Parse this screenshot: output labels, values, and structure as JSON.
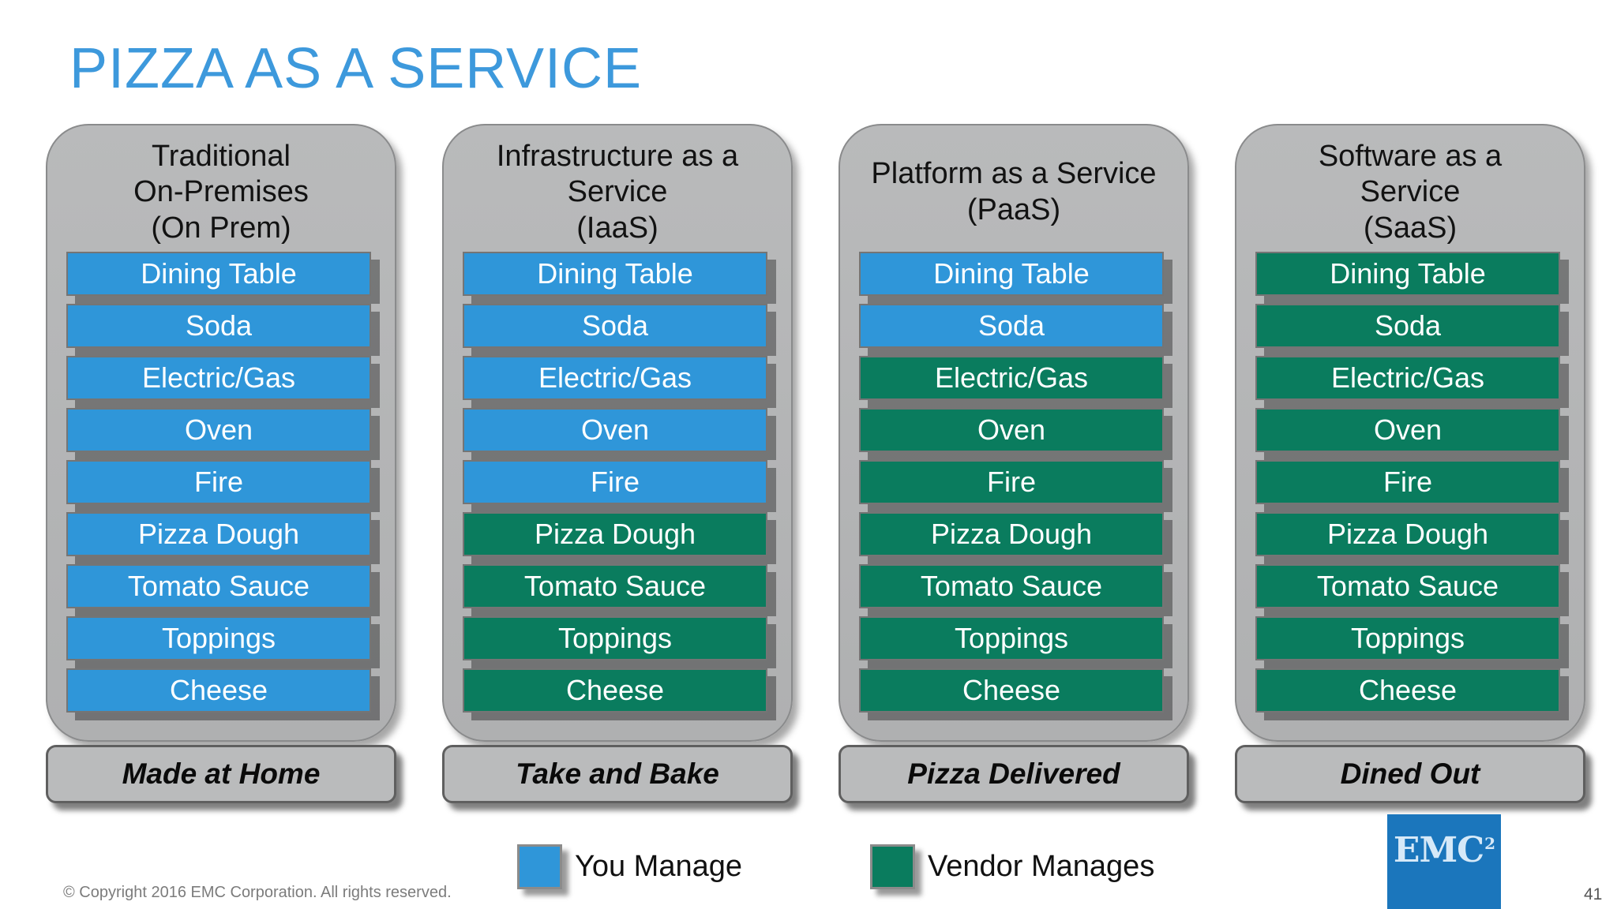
{
  "slide": {
    "title": "PIZZA AS A SERVICE"
  },
  "columns": [
    {
      "header_lines": [
        "Traditional",
        "On-Premises",
        "(On Prem)"
      ],
      "footer_label": "Made at Home",
      "items": [
        {
          "label": "Dining Table",
          "managed_by": "you"
        },
        {
          "label": "Soda",
          "managed_by": "you"
        },
        {
          "label": "Electric/Gas",
          "managed_by": "you"
        },
        {
          "label": "Oven",
          "managed_by": "you"
        },
        {
          "label": "Fire",
          "managed_by": "you"
        },
        {
          "label": "Pizza Dough",
          "managed_by": "you"
        },
        {
          "label": "Tomato Sauce",
          "managed_by": "you"
        },
        {
          "label": "Toppings",
          "managed_by": "you"
        },
        {
          "label": "Cheese",
          "managed_by": "you"
        }
      ]
    },
    {
      "header_lines": [
        "Infrastructure as a",
        "Service",
        "(IaaS)"
      ],
      "footer_label": "Take and Bake",
      "items": [
        {
          "label": "Dining Table",
          "managed_by": "you"
        },
        {
          "label": "Soda",
          "managed_by": "you"
        },
        {
          "label": "Electric/Gas",
          "managed_by": "you"
        },
        {
          "label": "Oven",
          "managed_by": "you"
        },
        {
          "label": "Fire",
          "managed_by": "you"
        },
        {
          "label": "Pizza Dough",
          "managed_by": "vendor"
        },
        {
          "label": "Tomato Sauce",
          "managed_by": "vendor"
        },
        {
          "label": "Toppings",
          "managed_by": "vendor"
        },
        {
          "label": "Cheese",
          "managed_by": "vendor"
        }
      ]
    },
    {
      "header_lines": [
        "Platform as a Service",
        "(PaaS)"
      ],
      "footer_label": "Pizza Delivered",
      "items": [
        {
          "label": "Dining Table",
          "managed_by": "you"
        },
        {
          "label": "Soda",
          "managed_by": "you"
        },
        {
          "label": "Electric/Gas",
          "managed_by": "vendor"
        },
        {
          "label": "Oven",
          "managed_by": "vendor"
        },
        {
          "label": "Fire",
          "managed_by": "vendor"
        },
        {
          "label": "Pizza Dough",
          "managed_by": "vendor"
        },
        {
          "label": "Tomato Sauce",
          "managed_by": "vendor"
        },
        {
          "label": "Toppings",
          "managed_by": "vendor"
        },
        {
          "label": "Cheese",
          "managed_by": "vendor"
        }
      ]
    },
    {
      "header_lines": [
        "Software as a",
        "Service",
        "(SaaS)"
      ],
      "footer_label": "Dined Out",
      "items": [
        {
          "label": "Dining Table",
          "managed_by": "vendor"
        },
        {
          "label": "Soda",
          "managed_by": "vendor"
        },
        {
          "label": "Electric/Gas",
          "managed_by": "vendor"
        },
        {
          "label": "Oven",
          "managed_by": "vendor"
        },
        {
          "label": "Fire",
          "managed_by": "vendor"
        },
        {
          "label": "Pizza Dough",
          "managed_by": "vendor"
        },
        {
          "label": "Tomato Sauce",
          "managed_by": "vendor"
        },
        {
          "label": "Toppings",
          "managed_by": "vendor"
        },
        {
          "label": "Cheese",
          "managed_by": "vendor"
        }
      ]
    }
  ],
  "legend": [
    {
      "label": "You Manage",
      "manages": "you"
    },
    {
      "label": "Vendor Manages",
      "manages": "vendor"
    }
  ],
  "logo": {
    "text": "EMC",
    "superscript": "2"
  },
  "footer": {
    "copyright": "© Copyright 2016 EMC Corporation. All rights reserved.",
    "page_number": "41"
  },
  "colors": {
    "you_manage_blue": "#2F96D9",
    "vendor_manages_green": "#0A7C5E",
    "title_blue": "#3D99DC",
    "emc_logo_blue": "#1B76BC"
  }
}
